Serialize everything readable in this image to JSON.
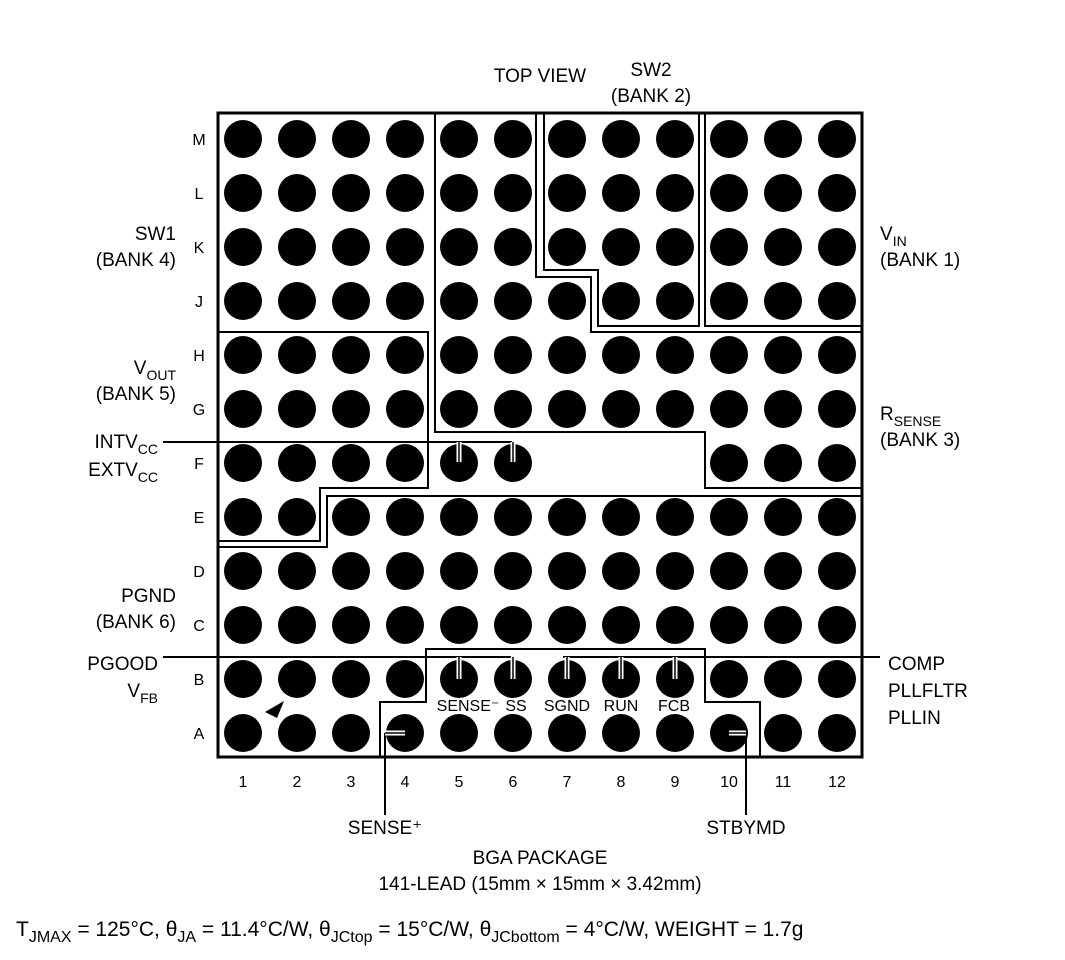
{
  "title": "TOP VIEW",
  "rows": [
    "M",
    "L",
    "K",
    "J",
    "H",
    "G",
    "F",
    "E",
    "D",
    "C",
    "B",
    "A"
  ],
  "columns": [
    "1",
    "2",
    "3",
    "4",
    "5",
    "6",
    "7",
    "8",
    "9",
    "10",
    "11",
    "12"
  ],
  "missing_balls": [
    "F7",
    "F8",
    "F9"
  ],
  "banks": {
    "sw2": {
      "name": "SW2",
      "bank": "(BANK 2)"
    },
    "sw1": {
      "name": "SW1",
      "bank": "(BANK 4)"
    },
    "vin": {
      "main": "V",
      "sub": "IN",
      "bank": "(BANK 1)"
    },
    "vout": {
      "main": "V",
      "sub": "OUT",
      "bank": "(BANK 5)"
    },
    "rsense": {
      "main": "R",
      "sub": "SENSE",
      "bank": "(BANK 3)"
    },
    "pgnd": {
      "name": "PGND",
      "bank": "(BANK 6)"
    }
  },
  "pins": {
    "intvcc": {
      "main": "INTV",
      "sub": "CC"
    },
    "extvcc": {
      "main": "EXTV",
      "sub": "CC"
    },
    "pgood": "PGOOD",
    "vfb": {
      "main": "V",
      "sub": "FB"
    },
    "comp": "COMP",
    "pllfltr": "PLLFLTR",
    "pllin": "PLLIN",
    "sense_minus": "SENSE⁻",
    "ss": "SS",
    "sgnd": "SGND",
    "run": "RUN",
    "fcb": "FCB",
    "sense_plus": "SENSE⁺",
    "stbymd": "STBYMD"
  },
  "package": {
    "name": "BGA PACKAGE",
    "description": "141-LEAD (15mm × 15mm × 3.42mm)"
  },
  "footer": {
    "t": "T",
    "t_sub": "JMAX",
    "t_val": " = 125°C, ",
    "ja": "θ",
    "ja_sub": "JA",
    "ja_val": " = 11.4°C/W, ",
    "jct": "θ",
    "jct_sub": "JCtop",
    "jct_val": " = 15°C/W, ",
    "jcb": "θ",
    "jcb_sub": "JCbottom",
    "jcb_val": " = 4°C/W, WEIGHT = 1.7g"
  }
}
